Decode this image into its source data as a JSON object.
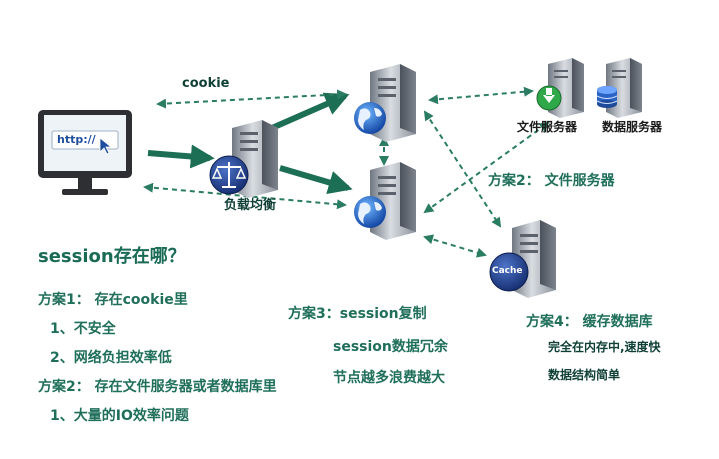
{
  "diagram": {
    "labels": {
      "cookie": "cookie",
      "browser_url": "http://",
      "load_balancer": "负载均衡",
      "file_server": "文件服务器",
      "db_server": "数据服务器",
      "cache": "Cache",
      "plan2_arrow": "方案2： 文件服务器"
    },
    "question": "session存在哪？",
    "plan1": {
      "title": "方案1： 存在cookie里",
      "items": [
        "1、不安全",
        "2、网络负担效率低"
      ]
    },
    "plan2": {
      "title": "方案2： 存在文件服务器或者数据库里",
      "items": [
        "1、大量的IO效率问题"
      ]
    },
    "plan3": {
      "title": "方案3：session复制",
      "items": [
        "session数据冗余",
        "节点越多浪费越大"
      ]
    },
    "plan4": {
      "title": "方案4： 缓存数据库",
      "items": [
        "完全在内存中,速度快",
        "数据结构简单"
      ]
    }
  }
}
